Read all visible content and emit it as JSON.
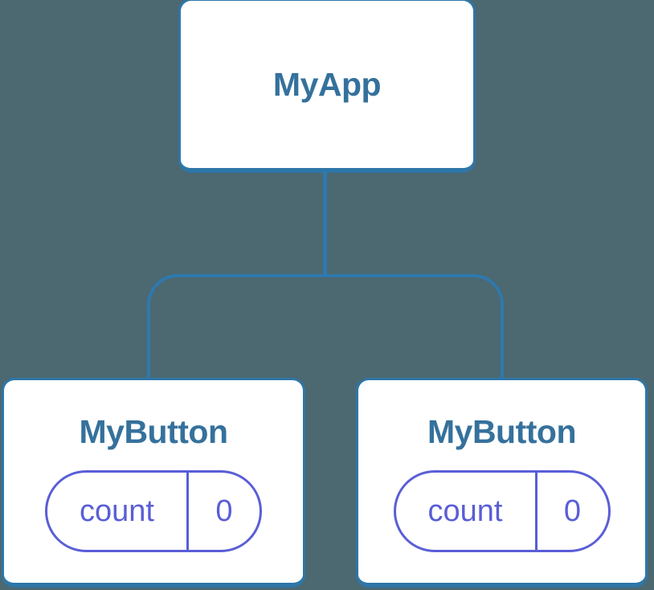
{
  "colors": {
    "background": "#4c6871",
    "node_fill": "#ffffff",
    "node_border": "#2e76a8",
    "node_title_text": "#35719c",
    "connector": "#2e79ad",
    "state_border": "#5a5ed6",
    "state_text": "#5a5ed6"
  },
  "tree": {
    "root": {
      "title": "MyApp"
    },
    "children": [
      {
        "title": "MyButton",
        "state": {
          "key": "count",
          "value": "0"
        }
      },
      {
        "title": "MyButton",
        "state": {
          "key": "count",
          "value": "0"
        }
      }
    ]
  }
}
